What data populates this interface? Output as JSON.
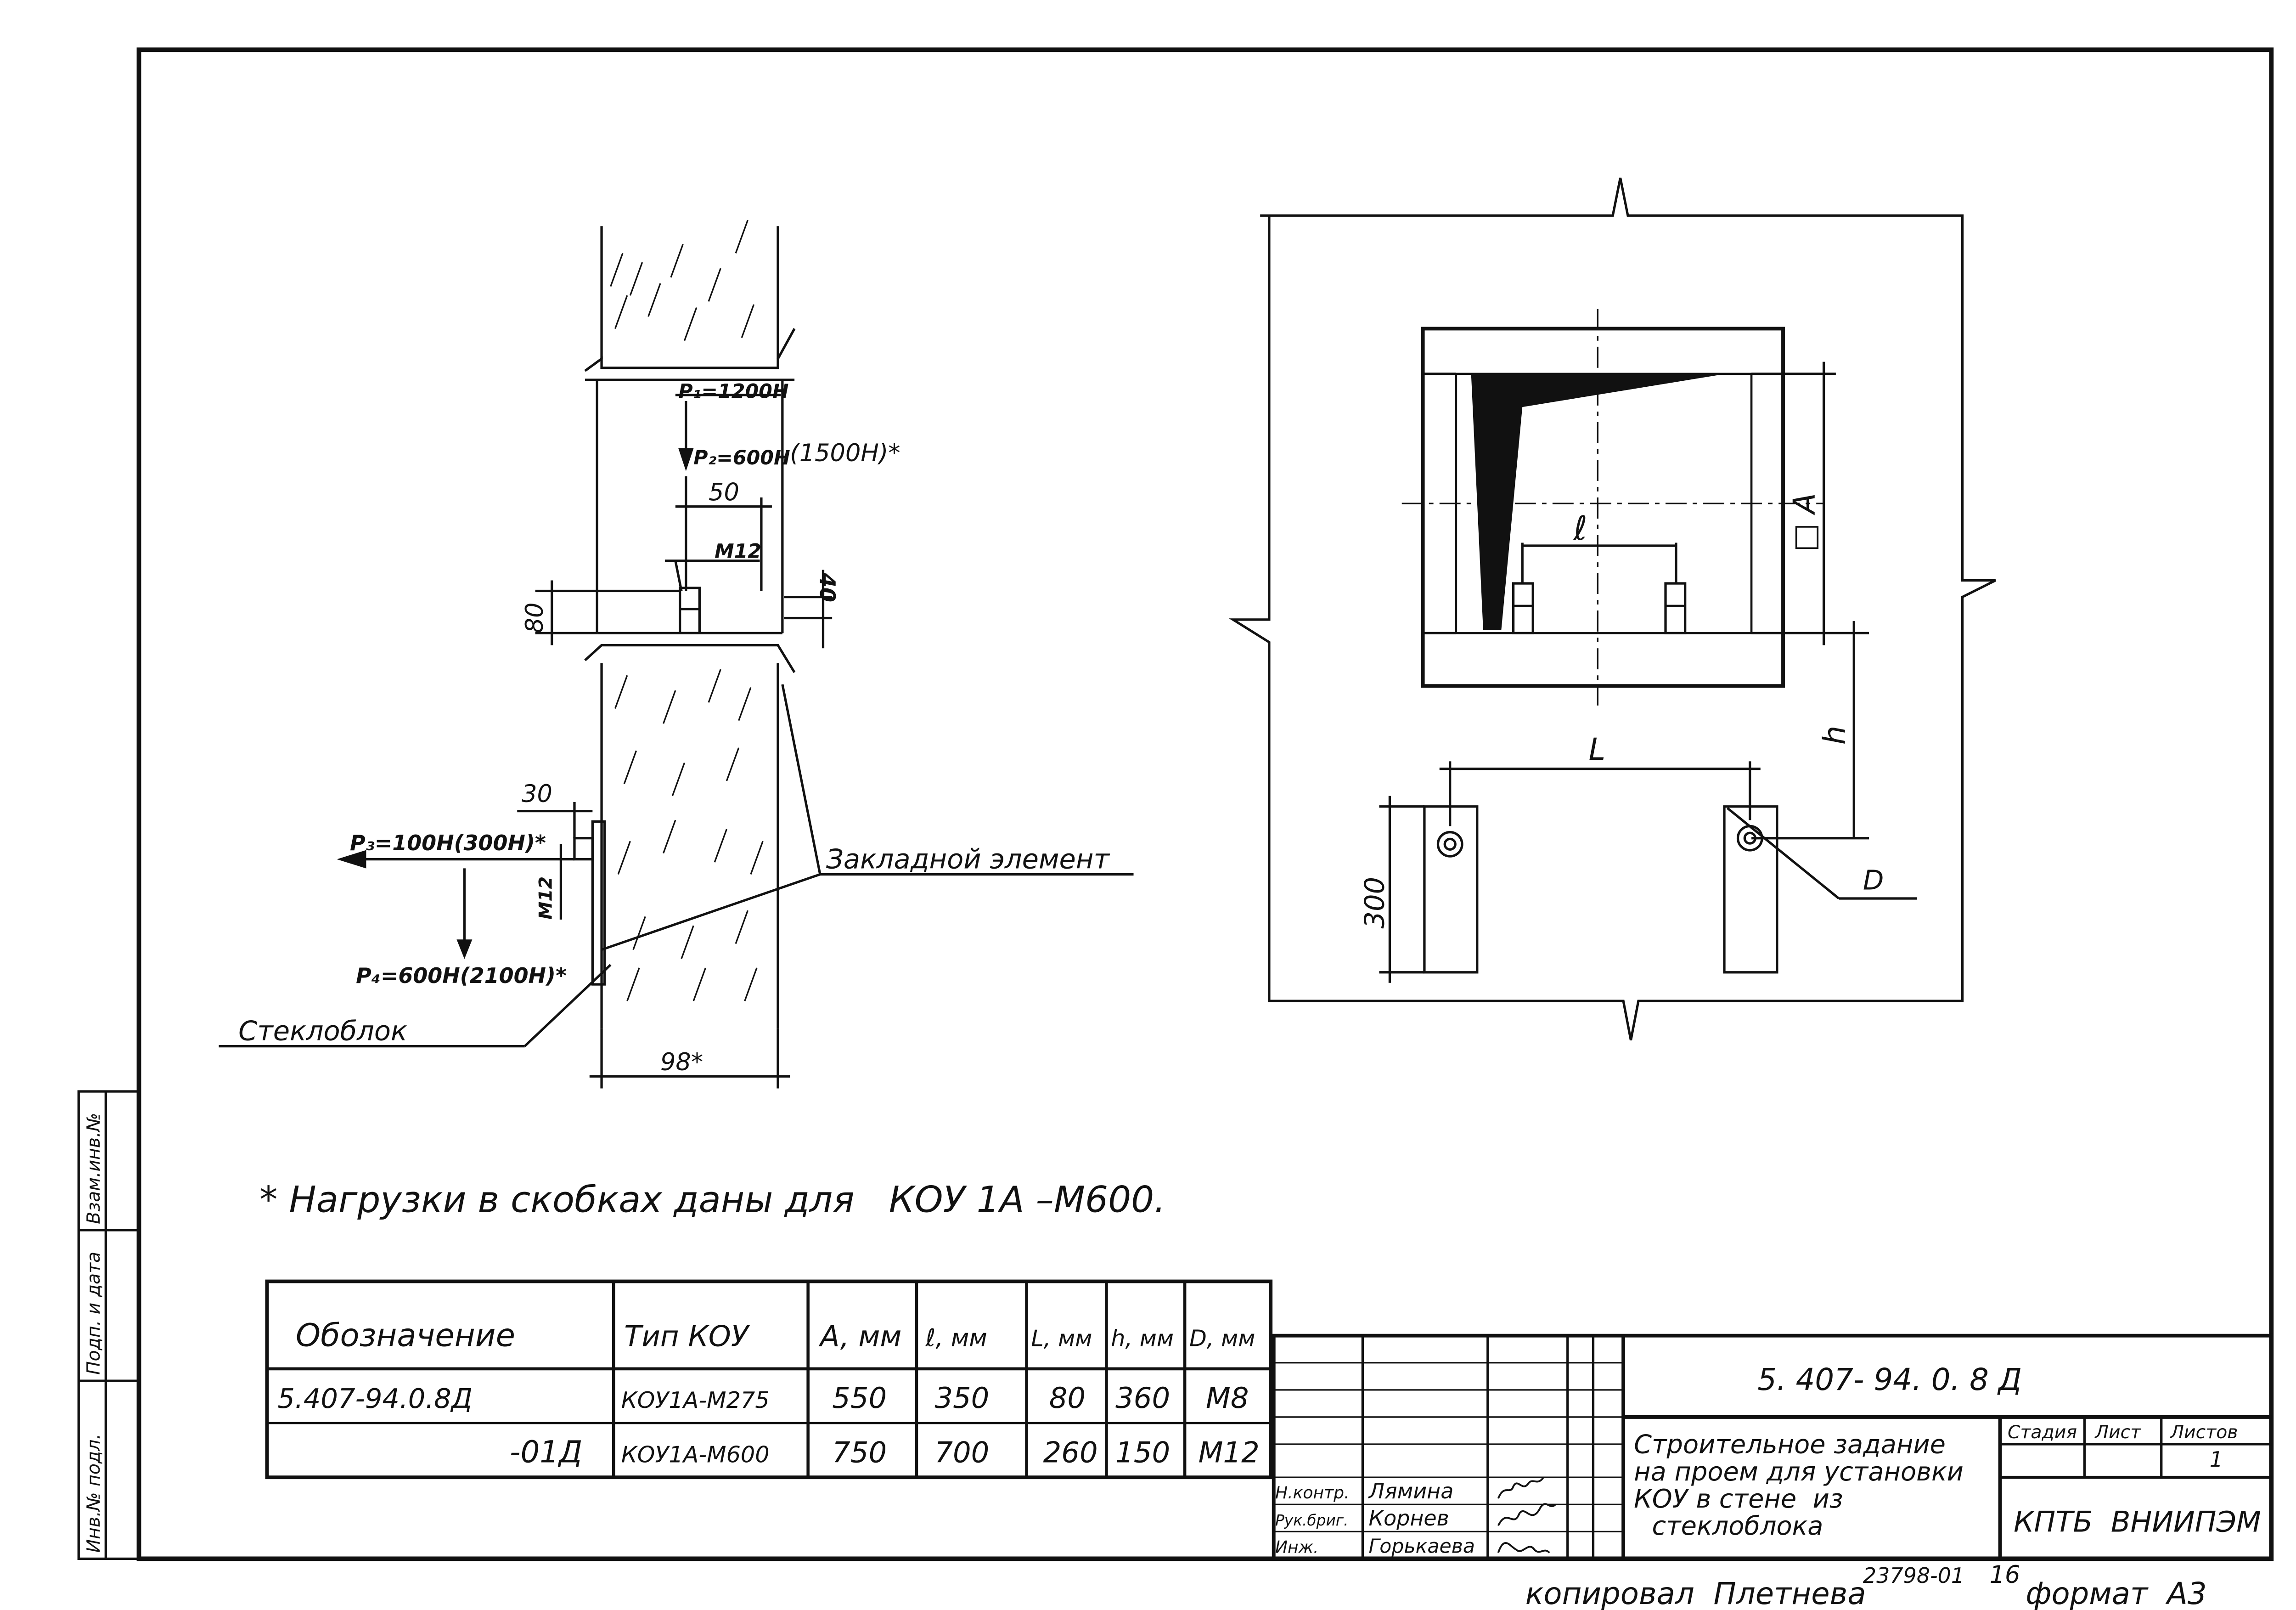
{
  "section_view": {
    "p1": "P₁=1200H",
    "p2": "P₂=600H",
    "p2_alt": "(1500H)*",
    "dim_50": "50",
    "dim_m12_top": "M12",
    "dim_40": "40",
    "dim_80": "80",
    "dim_30": "30",
    "p3": "P₃=100H(300H)*",
    "dim_m12_side": "M12",
    "p4": "P₄=600H(2100H)*",
    "embedded_label": "Закладной элемент",
    "glassblock_label": "Стеклоблок",
    "dim_98": "98*"
  },
  "front_view": {
    "dim_l_small": "ℓ",
    "dim_a": "□ A",
    "dim_h": "h",
    "dim_L": "L",
    "dim_300": "300",
    "dim_d": "D"
  },
  "note": "* Нагрузки в скобках даны для   КОУ 1А –М600.",
  "spec_table": {
    "headers": [
      "Обозначение",
      "Тип КОУ",
      "A, мм",
      "ℓ, мм",
      "L, мм",
      "h, мм",
      "D, мм"
    ],
    "rows": [
      [
        "5.407-94.0.8Д",
        "КОУ1А-М275",
        "550",
        "350",
        "80",
        "360",
        "M8"
      ],
      [
        "-01Д",
        "КОУ1А-М600",
        "750",
        "700",
        "260",
        "150",
        "M12"
      ]
    ]
  },
  "side_stamp": [
    "Инв.№ подл.",
    "Подп. и дата",
    "Взам.инв.№"
  ],
  "title_block": {
    "doc_code": "5. 407- 94. 0. 8 Д",
    "title": [
      "Строительное задание",
      "на проем для установки",
      "КОУ в стене  из",
      "стеклоблока"
    ],
    "stage_label": "Стадия",
    "sheet_label": "Лист",
    "sheets_label": "Листов",
    "sheets_value": "1",
    "org": "КПТБ  ВНИИПЭМ",
    "roles": [
      "Н.контр.",
      "Рук.бриг.",
      "Инж."
    ],
    "names": [
      "Лямина",
      "Корнев",
      "Горькаева"
    ]
  },
  "footer": {
    "copied": "копировал  Плетнева",
    "order": "23798-01",
    "num": "16",
    "format": "формат  А3"
  }
}
